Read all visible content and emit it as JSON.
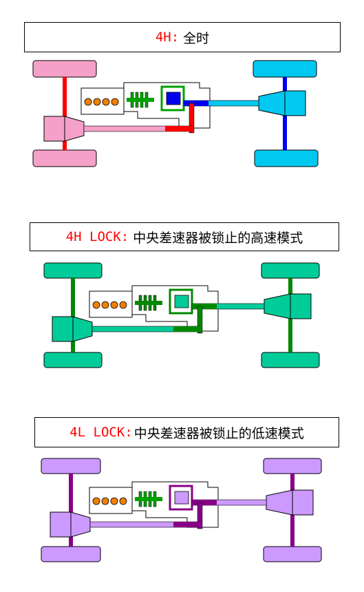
{
  "panels": [
    {
      "mode": "4H:",
      "desc": "全时",
      "colors": {
        "front_wheel": "#00c8f0",
        "rear_wheel": "#f5a0c8",
        "front_axle": "#0000ee",
        "rear_axle": "#ff0000",
        "front_shaft": "#00c8f0",
        "rear_shaft": "#f5a0c8",
        "transfer": "#ff0000",
        "diff_frame": "#00a000",
        "diff_core": "#0000ee",
        "gear": "#00a000",
        "mode_text": "#ff0000"
      }
    },
    {
      "mode": "4H LOCK:",
      "desc": "中央差速器被锁止的高速模式",
      "colors": {
        "front_wheel": "#00cc99",
        "rear_wheel": "#00cc99",
        "front_axle": "#008800",
        "rear_axle": "#008800",
        "front_shaft": "#00cc99",
        "rear_shaft": "#00cc99",
        "transfer": "#008800",
        "diff_frame": "#008800",
        "diff_core": "#00cc99",
        "gear": "#008800",
        "mode_text": "#ff0000"
      }
    },
    {
      "mode": "4L LOCK:",
      "desc": "中央差速器被锁止的低速模式",
      "colors": {
        "front_wheel": "#cc99ff",
        "rear_wheel": "#cc99ff",
        "front_axle": "#880088",
        "rear_axle": "#880088",
        "front_shaft": "#cc99ff",
        "rear_shaft": "#cc99ff",
        "transfer": "#880088",
        "diff_frame": "#880088",
        "diff_core": "#cc99ff",
        "gear": "#00a000",
        "mode_text": "#ff0000"
      }
    }
  ]
}
